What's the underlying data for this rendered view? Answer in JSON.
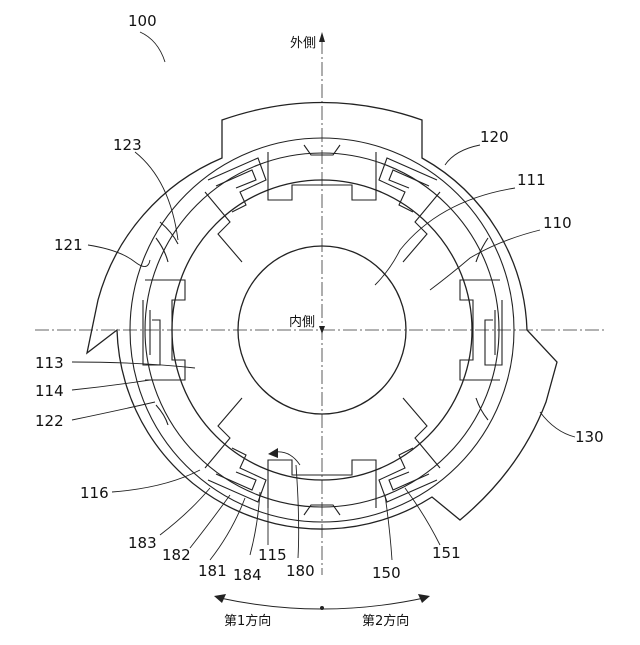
{
  "figure_number": "100",
  "direction_labels": {
    "outer": "外側",
    "inner": "内側",
    "first": "第1方向",
    "second": "第2方向"
  },
  "reference_labels": [
    {
      "id": "123",
      "text": "123"
    },
    {
      "id": "120",
      "text": "120"
    },
    {
      "id": "111",
      "text": "111"
    },
    {
      "id": "110",
      "text": "110"
    },
    {
      "id": "121",
      "text": "121"
    },
    {
      "id": "113",
      "text": "113"
    },
    {
      "id": "114",
      "text": "114"
    },
    {
      "id": "122",
      "text": "122"
    },
    {
      "id": "130",
      "text": "130"
    },
    {
      "id": "116",
      "text": "116"
    },
    {
      "id": "183",
      "text": "183"
    },
    {
      "id": "182",
      "text": "182"
    },
    {
      "id": "181",
      "text": "181"
    },
    {
      "id": "184",
      "text": "184"
    },
    {
      "id": "115",
      "text": "115"
    },
    {
      "id": "180",
      "text": "180"
    },
    {
      "id": "150",
      "text": "150"
    },
    {
      "id": "151",
      "text": "151"
    }
  ]
}
